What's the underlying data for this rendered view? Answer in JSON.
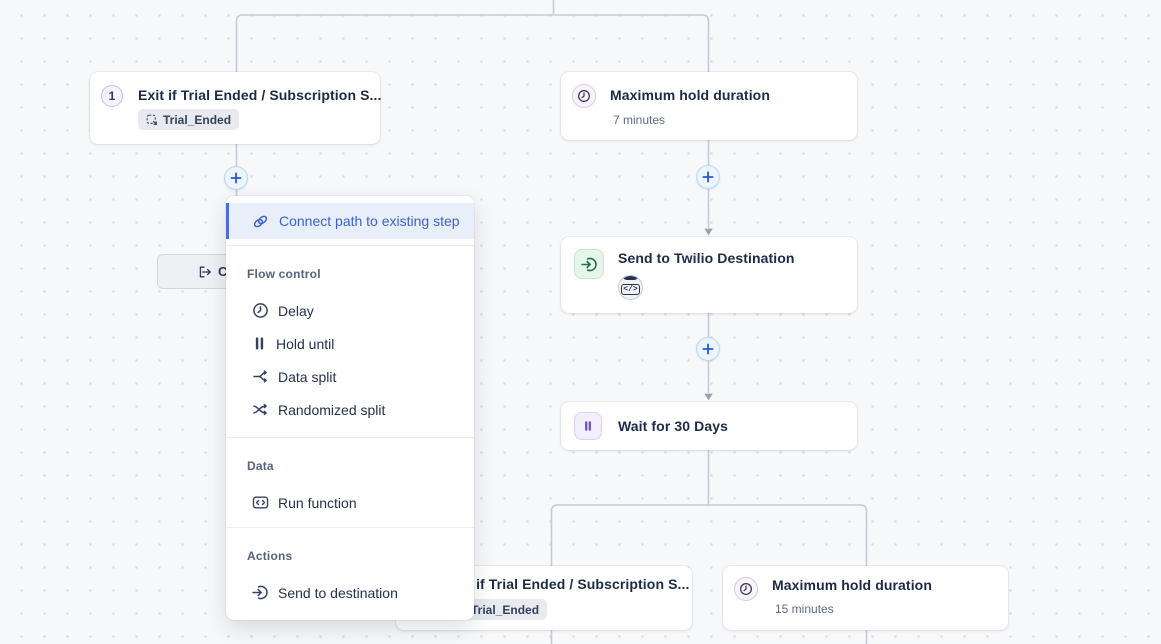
{
  "canvas": {
    "background": "#f7f8fa",
    "dot_color": "#d7dae2",
    "connector_color": "#c7cad6",
    "accent_blue": "#2557d6",
    "accent_purple": "#6a4dc0",
    "accent_green": "#256b45",
    "menu_highlight_blue": "#3c62cf"
  },
  "nodes": {
    "exit_top": {
      "number": "1",
      "title": "Exit if Trial Ended / Subscription S...",
      "badge": "Trial_Ended"
    },
    "hold_top": {
      "title": "Maximum hold duration",
      "subtitle": "7 minutes"
    },
    "send": {
      "title": "Send to Twilio Destination",
      "code_glyph": "</>"
    },
    "wait": {
      "title": "Wait for 30 Days"
    },
    "exit_bottom": {
      "title": "Exit if Trial Ended / Subscription S...",
      "badge": "Trial_Ended"
    },
    "hold_bottom": {
      "title": "Maximum hold duration",
      "subtitle": "15 minutes"
    }
  },
  "partial_pill": {
    "label": "C"
  },
  "menu": {
    "connect": {
      "label": "Connect path to existing step",
      "icon": "link-icon"
    },
    "sections": [
      {
        "title": "Flow control",
        "items": [
          {
            "label": "Delay",
            "icon": "clock-icon"
          },
          {
            "label": "Hold until",
            "icon": "pause-icon"
          },
          {
            "label": "Data split",
            "icon": "data-split-icon"
          },
          {
            "label": "Randomized split",
            "icon": "shuffle-icon"
          }
        ]
      },
      {
        "title": "Data",
        "items": [
          {
            "label": "Run function",
            "icon": "function-icon"
          }
        ]
      },
      {
        "title": "Actions",
        "items": [
          {
            "label": "Send to destination",
            "icon": "send-icon"
          }
        ]
      }
    ]
  },
  "icons": {
    "plus-icon": "+",
    "clock-icon": "clock face",
    "pause-icon": "two pause bars",
    "data-split-icon": "line branching into two arrows",
    "shuffle-icon": "crossed shuffle arrows",
    "function-icon": "code brackets in rounded rect",
    "send-icon": "arrow entering circle",
    "link-icon": "chain links",
    "audience-icon": "dashed square with arrow",
    "exit-icon": "arrow leaving bracket"
  }
}
